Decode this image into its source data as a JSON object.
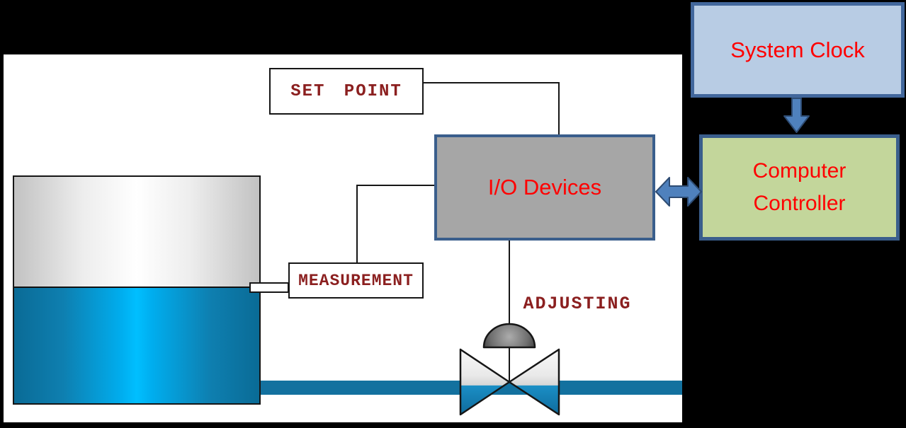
{
  "diagram": {
    "background_color": "#000000",
    "panel_background": "#FFFFFF"
  },
  "boxes": {
    "set_point": {
      "label": "SET POINT"
    },
    "measurement": {
      "label": "MEASUREMENT"
    },
    "io_devices": {
      "label": "I/O Devices",
      "fill": "#A6A6A6",
      "border": "#3A5E8C",
      "text_color": "#FF0000"
    },
    "system_clock": {
      "label": "System Clock",
      "fill": "#B8CCE4",
      "border": "#42679C",
      "text_color": "#FF0000"
    },
    "computer_controller": {
      "label": "Computer Controller",
      "fill": "#C3D69B",
      "border": "#3A5E8C",
      "text_color": "#FF0000"
    }
  },
  "annotations": {
    "adjusting": {
      "label": "ADJUSTING"
    }
  },
  "colors": {
    "wire_label_dark_red": "#8B1F1F",
    "red_text": "#FF0000",
    "arrow_fill": "#4F81BD",
    "arrow_outline": "#2E4C73",
    "pipe_blue": "#13719F",
    "tank_liquid_blue": "#00AEEF",
    "valve_blue": "#1B8FC6",
    "wire_black": "#161616"
  }
}
